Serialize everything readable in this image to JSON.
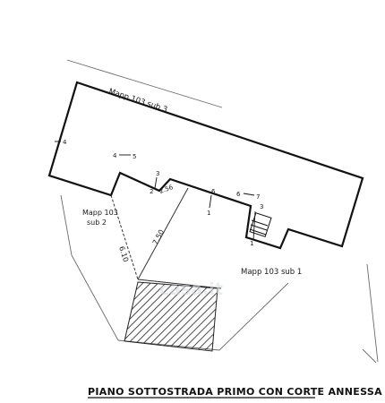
{
  "plan": {
    "title": "PIANO SOTTOSTRADA PRIMO CON CORTE ANNESSA",
    "labels": {
      "mapp_sub3": "Mapp 103 sub 3",
      "mapp_sub2_line1": "Mapp 103",
      "mapp_sub2_line2": "sub 2",
      "mapp_sub1": "Mapp 103 sub 1",
      "dim_610": "6.10",
      "dim_750": "7.50",
      "dim_256": "2.56"
    },
    "markers": {
      "m4_left": "4",
      "m4": "4",
      "m5": "5",
      "m3_top": "3",
      "m2": "2",
      "m6_top": "6",
      "m1_mid": "1",
      "m6_right": "6",
      "m7": "7",
      "m3_right": "3",
      "m1_bottom": "1"
    },
    "watermark": "casa.it"
  },
  "colors": {
    "ink": "#111111",
    "hatch": "#222222",
    "watermark": "#d6dbe0"
  }
}
